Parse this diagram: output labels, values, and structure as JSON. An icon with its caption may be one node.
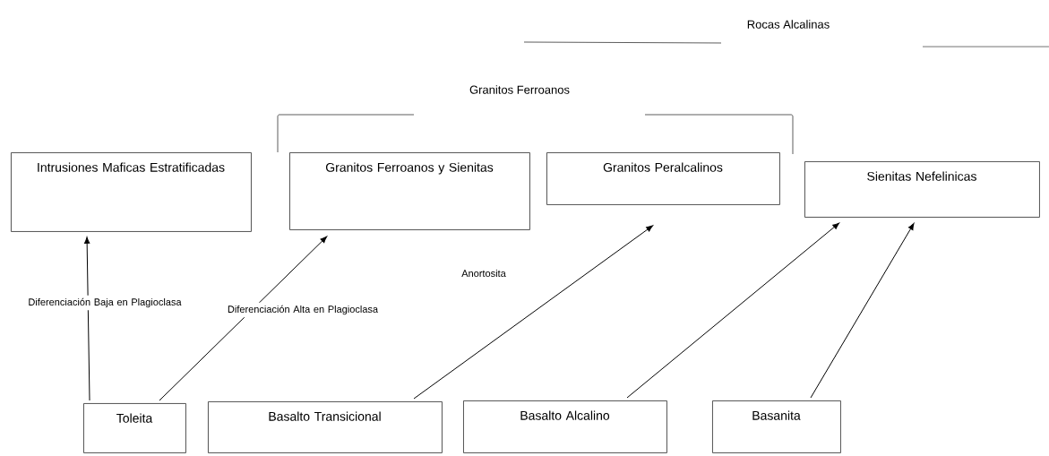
{
  "diagram": {
    "nodes": [
      {
        "text": [
          "Intrusiones Maficas Estratificadas"
        ]
      },
      {
        "text": [
          "Granitos Ferroanos y Sienitas"
        ]
      },
      {
        "text": [
          "Granitos Peralcalinos"
        ]
      },
      {
        "text": [
          "Sienitas Nefelinicas"
        ]
      },
      {
        "text": [
          "Toleita"
        ]
      },
      {
        "text": [
          "Basalto Transicional"
        ]
      },
      {
        "text": [
          "Basalto Alcalino"
        ]
      },
      {
        "text": [
          "Basanita"
        ]
      }
    ],
    "edges": [
      {
        "from": 4,
        "to": 0,
        "arrow": "to",
        "label": "Diferenciación Baja en Plagioclasa"
      },
      {
        "from": 4,
        "to": 1,
        "arrow": "to",
        "label": "Diferenciación Alta en Plagioclasa"
      },
      {
        "from": 5,
        "to": 2,
        "arrow": "to"
      },
      {
        "from": 6,
        "to": 3,
        "arrow": "to"
      },
      {
        "from": 7,
        "to": 3,
        "arrow": "to"
      }
    ],
    "labels": [
      "Rocas Alcalinas",
      "Granitos Ferroanos",
      "Anortosita"
    ]
  }
}
